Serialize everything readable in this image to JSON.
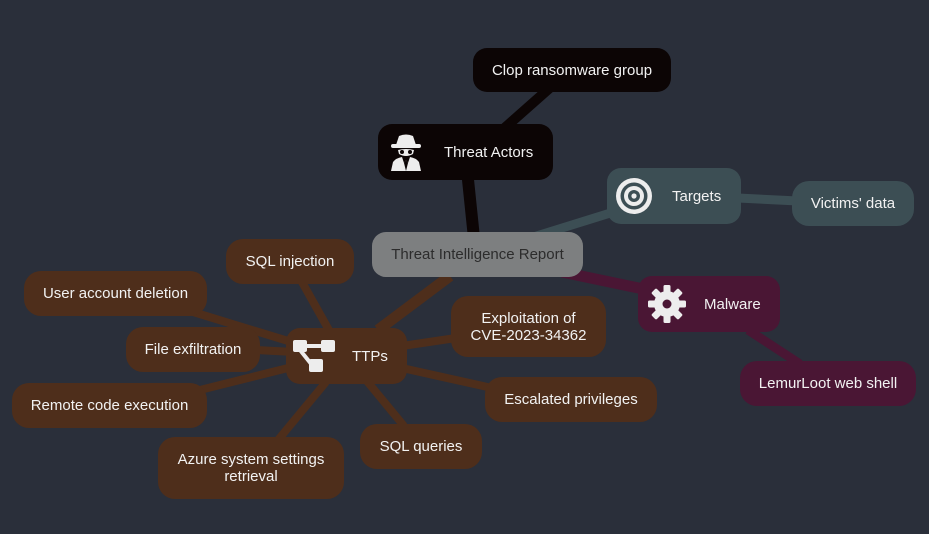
{
  "root": {
    "label": "Threat Intelligence Report"
  },
  "threat_actors": {
    "label": "Threat Actors",
    "icon": "spy-icon",
    "children": [
      "Clop ransomware group"
    ]
  },
  "targets": {
    "label": "Targets",
    "icon": "target-icon",
    "children": [
      "Victims' data"
    ]
  },
  "malware": {
    "label": "Malware",
    "icon": "gear-icon",
    "children": [
      "LemurLoot web shell"
    ]
  },
  "ttps": {
    "label": "TTPs",
    "icon": "hierarchy-icon",
    "children": [
      "SQL injection",
      "User account deletion",
      "File exfiltration",
      "Remote code execution",
      "Azure system settings retrieval",
      "SQL queries",
      "Escalated privileges",
      "Exploitation of CVE-2023-34362"
    ]
  },
  "colors": {
    "background": "#2a2f3a",
    "root": "#7d7f80",
    "threat_actors": "#0c0505",
    "targets": "#3c4e54",
    "malware": "#4a1634",
    "ttps": "#4e2e1b"
  }
}
